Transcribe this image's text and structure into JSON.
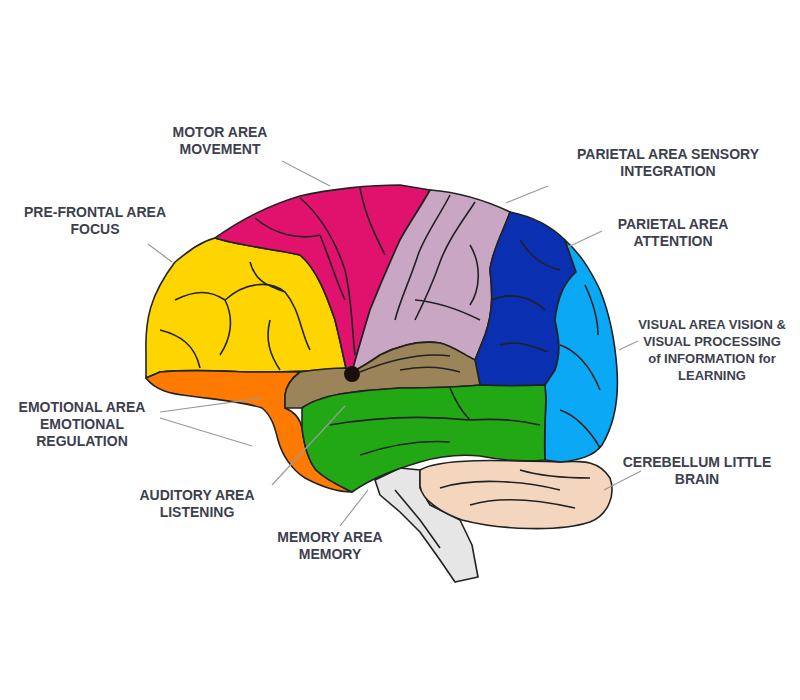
{
  "diagram": {
    "labels": [
      "MOTOR AREA MOVEMENT",
      "PARIETAL AREA SENSORY INTEGRATION",
      "PRE-FRONTAL AREA FOCUS",
      "PARIETAL AREA ATTENTION",
      "VISUAL AREA VISION & VISUAL PROCESSING of INFORMATION for LEARNING",
      "EMOTIONAL AREA EMOTIONAL REGULATION",
      "CEREBELLUM LITTLE BRAIN",
      "AUDITORY AREA LISTENING",
      "MEMORY AREA MEMORY"
    ]
  }
}
